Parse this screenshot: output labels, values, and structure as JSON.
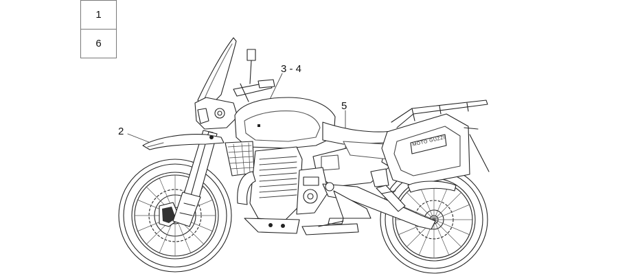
{
  "legend": {
    "cells": [
      "1",
      "6"
    ]
  },
  "callouts": {
    "label_2": "2",
    "label_3_4": "3 - 4",
    "label_5": "5"
  },
  "panel_badge": "MOTO GUZZI"
}
